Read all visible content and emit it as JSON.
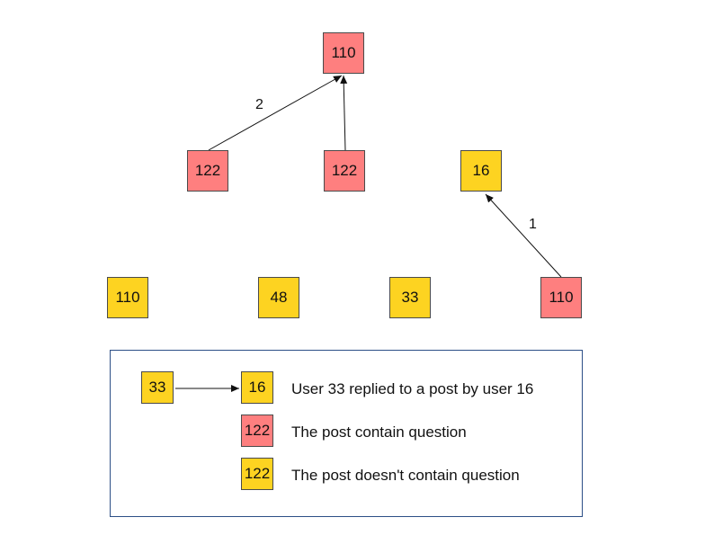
{
  "colors": {
    "question": "#fe7f7f",
    "no_question": "#fdd321",
    "legend_border": "#2c4f86",
    "edge": "#111111"
  },
  "nodes": {
    "top": {
      "label": "110",
      "type": "question"
    },
    "mid_left": {
      "label": "122",
      "type": "question"
    },
    "mid_center": {
      "label": "122",
      "type": "question"
    },
    "mid_right": {
      "label": "16",
      "type": "no_question"
    },
    "bottom_1": {
      "label": "110",
      "type": "no_question"
    },
    "bottom_2": {
      "label": "48",
      "type": "no_question"
    },
    "bottom_3": {
      "label": "33",
      "type": "no_question"
    },
    "bottom_4": {
      "label": "110",
      "type": "question"
    }
  },
  "edges": [
    {
      "from": "mid_left",
      "to": "top",
      "label": "2"
    },
    {
      "from": "mid_center",
      "to": "top",
      "label": ""
    },
    {
      "from": "bottom_4",
      "to": "mid_right",
      "label": "1"
    }
  ],
  "legend": {
    "reply_from": "33",
    "reply_to": "16",
    "reply_text": "User 33 replied to a post by user 16",
    "question_node": "122",
    "question_text": "The post contain question",
    "no_question_node": "122",
    "no_question_text": "The post doesn't contain question"
  }
}
